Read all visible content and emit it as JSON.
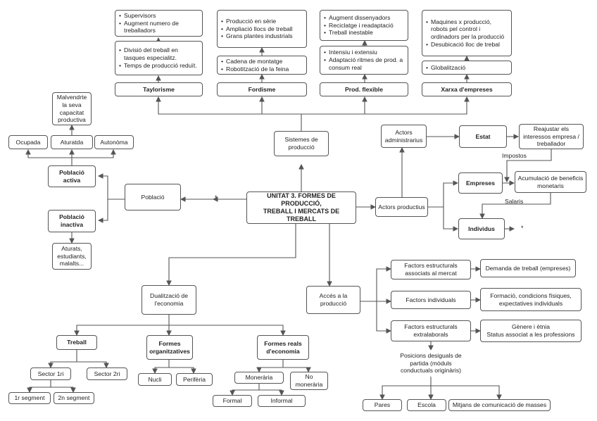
{
  "title": "UNITAT 3. FORMES DE PRODUCCIÓ, TREBALL I MERCATS DE TREBALL",
  "nodes": {
    "central": "UNITAT 3. FORMES DE PRODUCCIÓ,\nTREBALL I MERCATS DE TREBALL",
    "sistemes": "Sistemes de\nproducció",
    "taylorisme": "Taylorisme",
    "fordisme": "Fordisme",
    "prodflexible": "Prod. flexible",
    "xarxa": "Xarxa d'empreses",
    "tay1": [
      "Supervisors",
      "Augment numero de treballadors"
    ],
    "tay2": [
      "Divisió del treball en tasques especialitz.",
      "Temps de producció reduït."
    ],
    "ford1": [
      "Producció en sèrie",
      "Ampliació llocs de treball",
      "Grans plantes industrials"
    ],
    "ford2": [
      "Cadena de montatge",
      "Robotització de la feina"
    ],
    "flex1": [
      "Augment dissenyadors",
      "Reciclatge i readaptació",
      "Treball inestable"
    ],
    "flex2": [
      "Intensiu i extensiu",
      "Adaptació ritmes de prod. a consum real"
    ],
    "xarxa1": [
      "Maquines x producció, robots pel control i ordinadors per la producció",
      "Desubicació lloc de trebal"
    ],
    "xarxa2": [
      "Globalització"
    ],
    "poblacio": "Població",
    "activa": "Població\nactiva",
    "inactiva": "Població\ninactiva",
    "ocupada": "Ocupada",
    "aturatda": "Aturatda",
    "autonoma": "Autonòma",
    "malvendre": "Malvendrte\nla seva\ncapacitat\nproductiva",
    "aturats": "Aturats,\nestudiants,\nmalalts...",
    "actors_admin": "Actors\nadministrarius",
    "estat": "Estat",
    "reajustar": "Reajustar els\ninteressos empresa /\ntreballador",
    "actors_prod": "Actors productius",
    "empreses": "Empreses",
    "acumulacio": "Acumulació de beneficis\nmonetaris",
    "individus": "Individus",
    "dualitzacio": "Dualització de\nl'economia",
    "treball": "Treball",
    "formes_org": "Formes\norganitzatives",
    "formes_reals": "Formes reals\nd'economia",
    "sector1": "Sector 1ri",
    "sector2": "Sector 2ri",
    "seg1": "1r segment",
    "seg2": "2n segment",
    "nucli": "Nucli",
    "periferia": "Perifèria",
    "monetaria": "Monerària",
    "nomonetaria": "No\nmonerària",
    "formal": "Formal",
    "informal": "Informal",
    "acces": "Accés a la\nproducció",
    "factors_estr_mercat": "Factors estructurals\nassociats al mercat",
    "demanda": "Demanda de treball (empreses)",
    "factors_ind": "Factors individuals",
    "formacio": "Formació, condicions físiques,\nexpectatives individuals",
    "factors_extra": "Factors estructurals\nextralaborals",
    "genere": "Gènere i ètnia\nStatus associat a les professions",
    "posicions": "Posicions desiguals de\npartida (mòduls\nconductuals originàris)",
    "pares": "Pares",
    "escola": "Escola",
    "mitjans": "Mitjans de comunicació de masses"
  },
  "labels": {
    "impostos": "Impostos",
    "salaris": "Salaris",
    "star": "*"
  },
  "colors": {
    "line": "#555555",
    "border": "#555555",
    "background": "#ffffff"
  }
}
